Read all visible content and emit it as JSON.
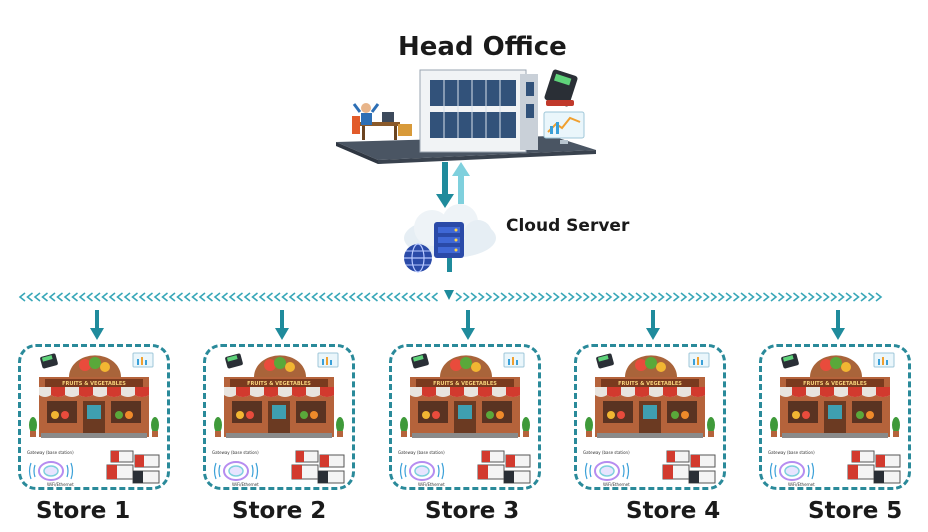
{
  "head_office": {
    "title": "Head Office"
  },
  "cloud": {
    "label": "Cloud Server"
  },
  "stores": [
    {
      "label": "Store 1",
      "gateway_text": "Gateway (base station)",
      "wifi_text": "WiFi/Ethernet"
    },
    {
      "label": "Store 2",
      "gateway_text": "Gateway (base station)",
      "wifi_text": "WiFi/Ethernet"
    },
    {
      "label": "Store 3",
      "gateway_text": "Gateway (base station)",
      "wifi_text": "WiFi/Ethernet"
    },
    {
      "label": "Store 4",
      "gateway_text": "Gateway (base station)",
      "wifi_text": "WiFi/Ethernet"
    },
    {
      "label": "Store 5",
      "gateway_text": "Gateway (base station)",
      "wifi_text": "WiFi/Ethernet"
    }
  ],
  "shop_sign": "FRUITS & VEGETABLES",
  "colors": {
    "accent": "#2a8a9a",
    "arrow_down": "#1f8b9c",
    "arrow_up": "#7fd0dd",
    "chevrons": "#38a7b8"
  }
}
